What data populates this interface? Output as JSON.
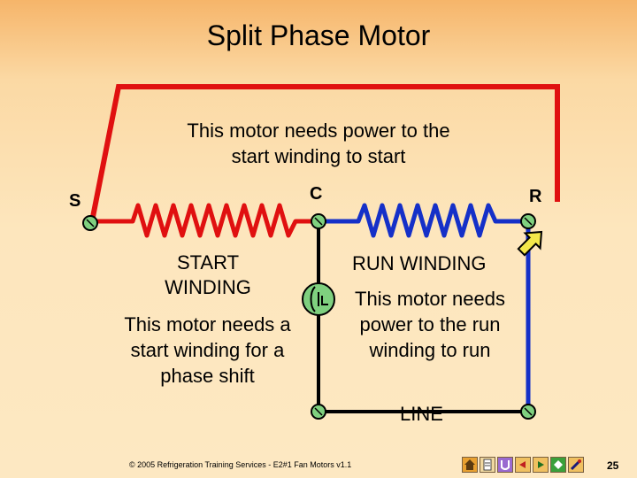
{
  "title": "Split Phase Motor",
  "note_top": "This motor needs power to the start winding to start",
  "terminals": {
    "s": "S",
    "c": "C",
    "r": "R"
  },
  "start_winding_label": "START WINDING",
  "note_start": "This motor needs a start winding for a phase shift",
  "run_winding_label": "RUN WINDING",
  "note_run": "This motor needs power to the run winding to run",
  "line_label": "LINE",
  "footer": {
    "copyright": "© 2005 Refrigeration Training Services - E2#1 Fan Motors v1.1",
    "page_number": "25"
  },
  "colors": {
    "start_circuit": "#e01010",
    "run_winding": "#1530c8",
    "line_wire": "#000000",
    "terminal_fill": "#7fd07f",
    "pointer_arrow": "#f4e84a"
  },
  "nav_icons": [
    "home-icon",
    "document-icon",
    "return-icon",
    "back-icon",
    "forward-icon",
    "first-icon",
    "pointer-tool-icon"
  ]
}
